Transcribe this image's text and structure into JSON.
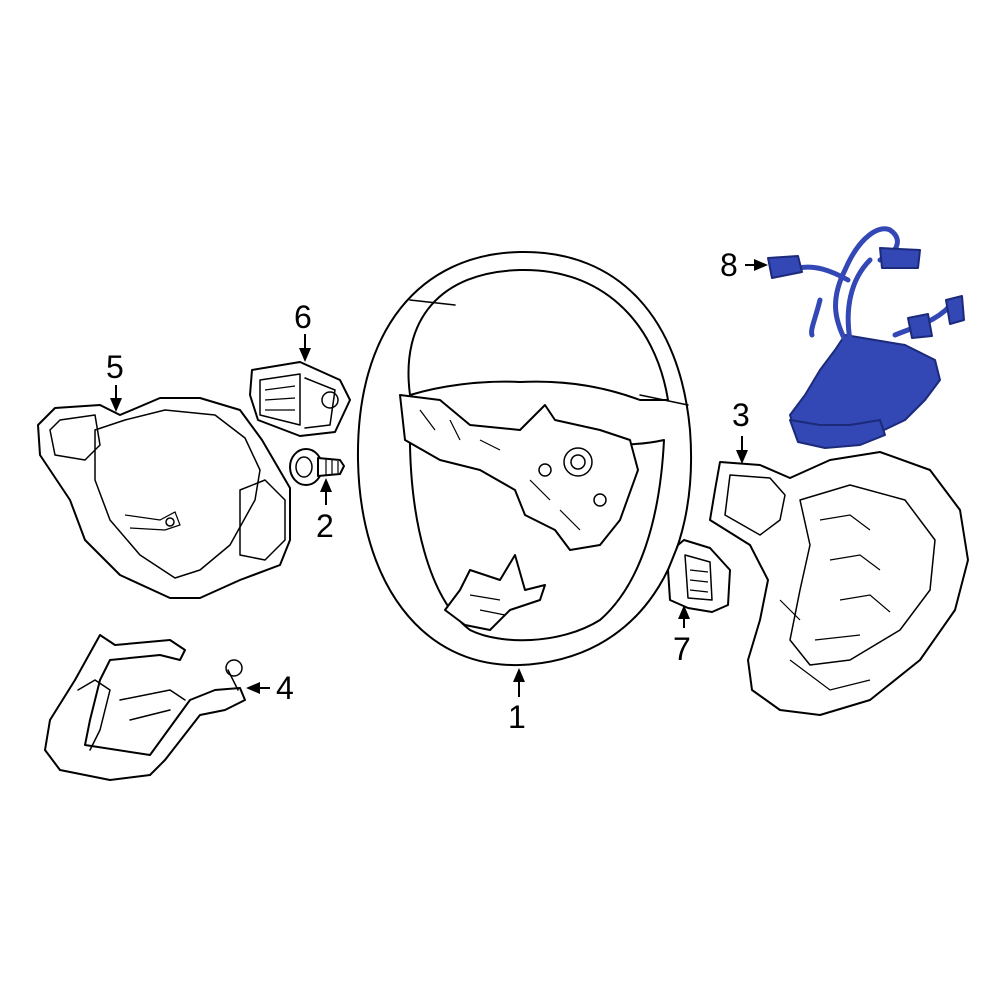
{
  "callouts": [
    {
      "id": "1",
      "label": "1"
    },
    {
      "id": "2",
      "label": "2"
    },
    {
      "id": "3",
      "label": "3"
    },
    {
      "id": "4",
      "label": "4"
    },
    {
      "id": "5",
      "label": "5"
    },
    {
      "id": "6",
      "label": "6"
    },
    {
      "id": "7",
      "label": "7"
    },
    {
      "id": "8",
      "label": "8"
    }
  ],
  "colors": {
    "highlight_fill": "#3347b5",
    "highlight_stroke": "#1b2a7a",
    "line": "#000000",
    "background": "#ffffff"
  },
  "highlighted_part": "8"
}
